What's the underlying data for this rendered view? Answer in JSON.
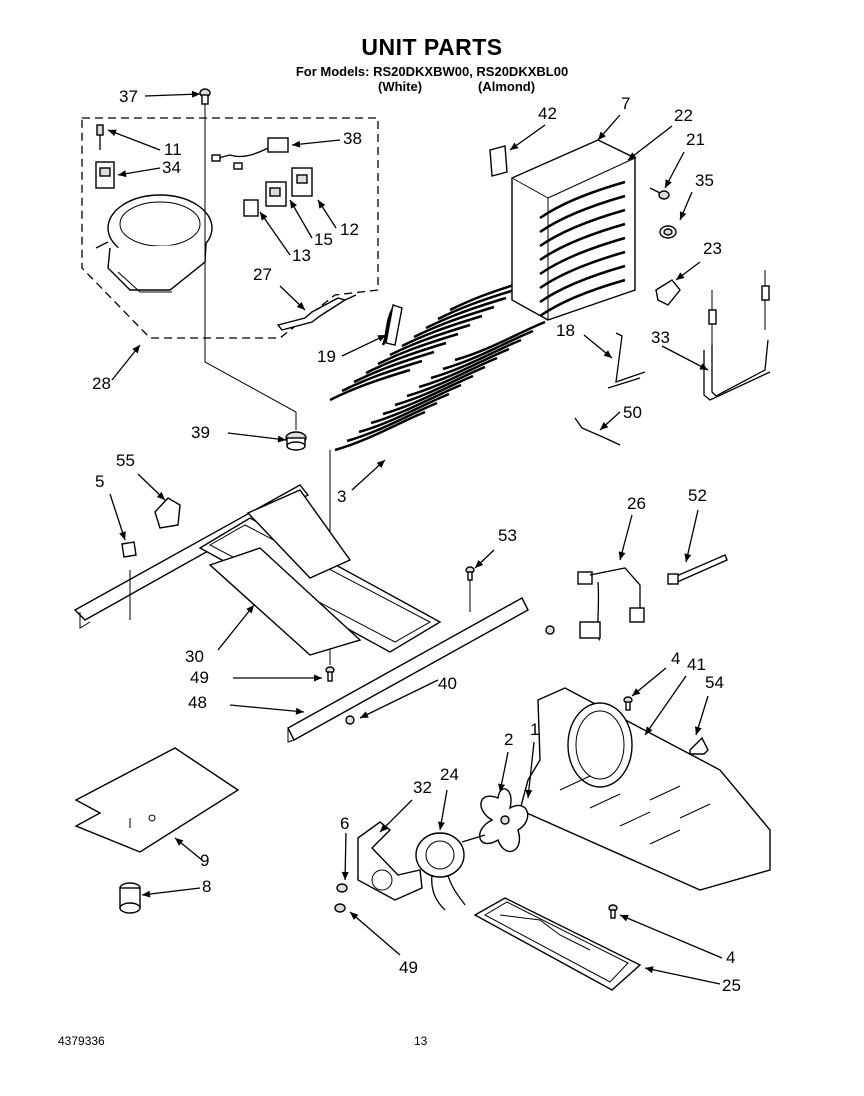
{
  "header": {
    "title": "UNIT PARTS",
    "models_line": "For Models: RS20DKXBW00, RS20DKXBL00",
    "variant_white": "(White)",
    "variant_almond": "(Almond)"
  },
  "footer": {
    "doc_number": "4379336",
    "page_number": "13"
  },
  "callouts": [
    "1",
    "2",
    "3",
    "4",
    "4",
    "5",
    "6",
    "7",
    "8",
    "9",
    "11",
    "12",
    "13",
    "15",
    "18",
    "19",
    "21",
    "22",
    "23",
    "24",
    "25",
    "26",
    "27",
    "28",
    "30",
    "32",
    "33",
    "34",
    "35",
    "37",
    "38",
    "39",
    "40",
    "41",
    "42",
    "48",
    "49",
    "49",
    "50",
    "52",
    "53",
    "54",
    "55"
  ]
}
